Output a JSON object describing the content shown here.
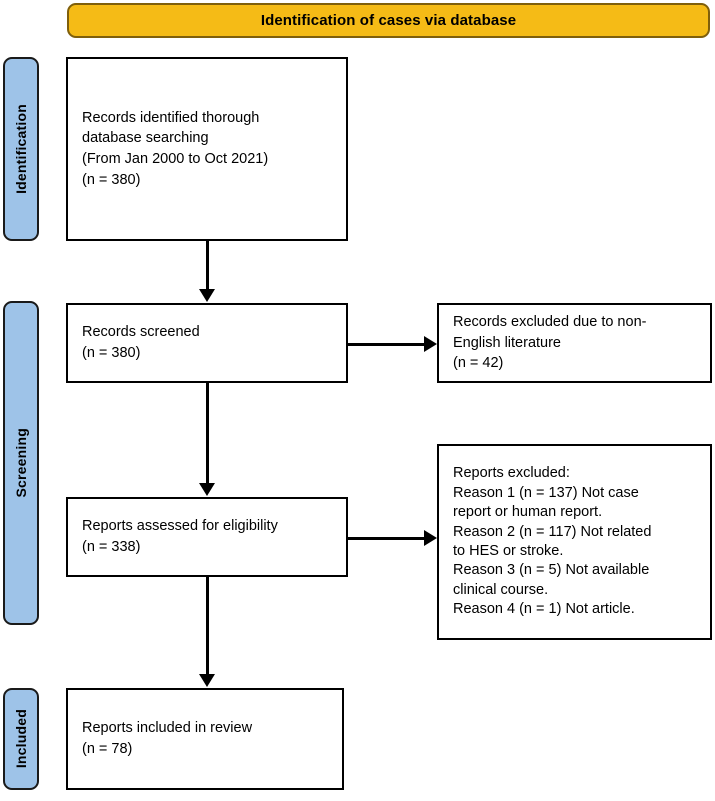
{
  "banner": {
    "title": "Identification of cases via database"
  },
  "stages": [
    {
      "key": "identification",
      "label": "Identification"
    },
    {
      "key": "screening",
      "label": "Screening"
    },
    {
      "key": "included",
      "label": "Included"
    }
  ],
  "boxes": {
    "identified": {
      "text": "Records identified thorough\ndatabase searching\n(From Jan 2000 to Oct 2021)\n(n = 380)",
      "count": "380"
    },
    "screened": {
      "text": "Records screened\n(n = 380)",
      "count": "380"
    },
    "excluded_language": {
      "text": "Records excluded due to non-\nEnglish literature\n(n = 42)",
      "count": "42"
    },
    "eligible": {
      "text": "Reports assessed for eligibility\n(n = 338)",
      "count": "338"
    },
    "excluded_reasons": {
      "text": "Reports excluded:\nReason 1 (n = 137) Not case\nreport or human report.\nReason 2 (n = 117) Not related\nto HES or stroke.\nReason 3 (n = 5) Not available\nclinical course.\nReason 4 (n = 1) Not article.",
      "reasons": [
        {
          "label": "Reason 1",
          "count": "137",
          "description": "Not case report or human report."
        },
        {
          "label": "Reason 2",
          "count": "117",
          "description": "Not related to HES or stroke."
        },
        {
          "label": "Reason 3",
          "count": "5",
          "description": "Not available clinical course."
        },
        {
          "label": "Reason 4",
          "count": "1",
          "description": "Not article."
        }
      ]
    },
    "included": {
      "text": "Reports included in review\n(n = 78)",
      "count": "78"
    }
  },
  "colors": {
    "banner_fill": "#F5BB16",
    "banner_border": "#7F5F0B",
    "pill_fill": "#9EC3E8",
    "pill_border": "#1A1A1A",
    "box_border": "#000000",
    "text": "#000000",
    "background": "#FFFFFF"
  }
}
